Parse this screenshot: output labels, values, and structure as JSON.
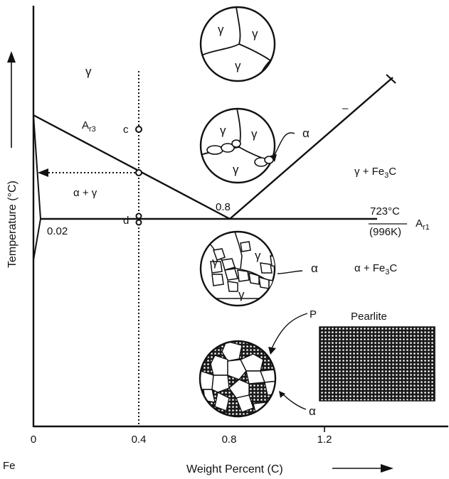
{
  "axes": {
    "y_title": "Temperature (°C)",
    "x_title": "Weight Percent (C)",
    "origin_label": "Fe",
    "x_ticks": [
      "0",
      "0.4",
      "0.8",
      "1.2"
    ]
  },
  "regions": {
    "gamma": "γ",
    "alpha_gamma": "α + γ",
    "gamma_fe3c_main": "γ + Fe",
    "gamma_fe3c_sub": "3",
    "gamma_fe3c_tail": "C",
    "alpha_fe3c_main": "α + Fe",
    "alpha_fe3c_sub": "3",
    "alpha_fe3c_tail": "C"
  },
  "lines": {
    "ar3_main": "A",
    "ar3_sub": "r3",
    "ar1_main": "A",
    "ar1_sub": "r1",
    "eutectoid_c": "723°C",
    "eutectoid_k": "(996K)",
    "eutectoid_comp": "0.8",
    "alpha_limit": "0.02",
    "acm_mark": "–"
  },
  "points": {
    "c": "c",
    "d": "d"
  },
  "micro": {
    "gamma": "γ",
    "alpha": "α",
    "pearlite_p": "P",
    "pearlite_title": "Pearlite"
  }
}
